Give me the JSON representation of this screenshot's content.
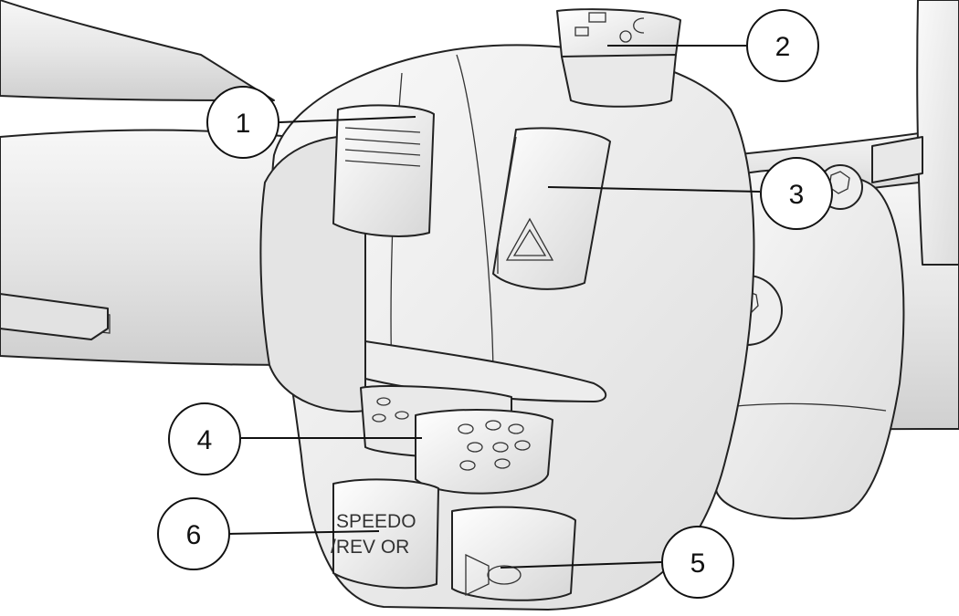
{
  "callouts": [
    {
      "id": "callout-1",
      "number": "1"
    },
    {
      "id": "callout-2",
      "number": "2"
    },
    {
      "id": "callout-3",
      "number": "3"
    },
    {
      "id": "callout-4",
      "number": "4"
    },
    {
      "id": "callout-5",
      "number": "5"
    },
    {
      "id": "callout-6",
      "number": "6"
    }
  ],
  "button_print": {
    "speedo_line1": "SPEEDO",
    "speedo_line2": "/REV OR"
  },
  "icons": {
    "hazard": "hazard-triangle-icon",
    "horn": "horn-icon",
    "cruise": "cruise-control-icon"
  },
  "colors": {
    "background": "#ffffff",
    "line": "#111111",
    "part_fill": "#f4f4f4",
    "part_shade": "#d9d9d9"
  }
}
